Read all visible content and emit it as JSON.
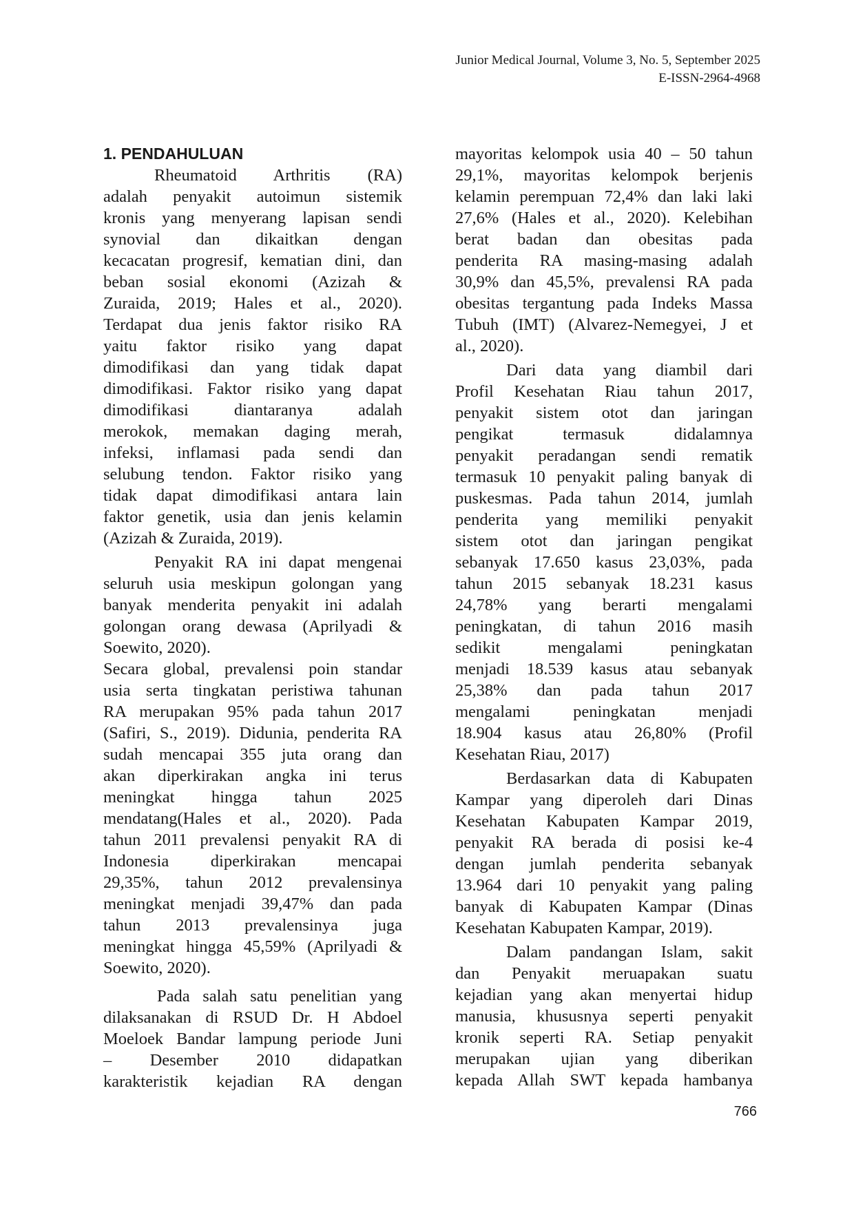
{
  "header": {
    "journal": "Junior Medical Journal, Volume 3, No. 5,  September  2025",
    "issn": "E-ISSN-2964-4968"
  },
  "section_heading": "1. PENDAHULUAN",
  "left_lines": [
    "Rheumatoid     Arthritis     (RA)",
    "adalah penyakit autoimun sistemik",
    "kronis yang menyerang lapisan sendi",
    "synovial      dan     dikaitkan     dengan",
    "kecacatan progresif, kematian dini, dan",
    "beban    sosial    ekonomi    (Azizah   &",
    "Zuraida,  2019;   Hales   et   al.,   2020).",
    "Terdapat  dua  jenis  faktor  risiko  RA",
    "yaitu    faktor    risiko    yang    dapat",
    "dimodifikasi  dan  yang  tidak  dapat",
    "dimodifikasi. Faktor risiko yang dapat",
    "dimodifikasi     diantaranya     adalah",
    "merokok,  memakan  daging  merah,",
    "infeksi,   inflamasi   pada   sendi   dan",
    "selubung  tendon.  Faktor  risiko  yang",
    "tidak  dapat  dimodifikasi  antara  lain",
    "faktor  genetik,  usia  dan  jenis  kelamin",
    "(Azizah & Zuraida, 2019).",
    "Penyakit RA ini dapat mengenai",
    "seluruh usia meskipun golongan yang",
    "banyak menderita penyakit ini adalah",
    "golongan  orang  dewasa  (Aprilyadi  &",
    "Soewito, 2020).",
    "Secara global, prevalensi poin standar",
    "usia serta tingkatan peristiwa tahunan",
    "RA  merupakan  95%  pada  tahun  2017",
    "(Safiri, S., 2019). Didunia, penderita RA",
    "sudah  mencapai  355  juta  orang  dan",
    "akan   diperkirakan   angka   ini   terus",
    "meningkat      hingga      tahun      2025",
    "mendatang(Hales  et  al.,  2020).  Pada",
    "tahun 2011 prevalensi penyakit RA di",
    "Indonesia      diperkirakan      mencapai",
    "29,35%,    tahun    2012    prevalensinya",
    "meningkat  menjadi  39,47%  dan  pada",
    "tahun      2013      prevalensinya      juga",
    "meningkat hingga 45,59% (Aprilyadi &",
    "Soewito, 2020).",
    "Pada salah satu penelitian yang",
    "dilaksanakan  di  RSUD  Dr.  H  Abdoel",
    "Moeloek Bandar lampung periode Juni",
    "–      Desember      2010      didapatkan",
    "karakteristik   kejadian   RA   dengan"
  ],
  "right_lines": [
    "mayoritas kelompok usia 40 – 50 tahun",
    "29,1%,  mayoritas  kelompok  berjenis",
    "kelamin perempuan 72,4% dan laki laki",
    "27,6%  (Hales  et  al.,  2020).  Kelebihan",
    "berat     badan     dan     obesitas     pada",
    "penderita  RA  masing-masing  adalah",
    "30,9%  dan  45,5%,  prevalensi  RA  pada",
    "obesitas tergantung pada Indeks Massa",
    "Tubuh  (IMT)  (Alvarez-Nemegyei,  J  et",
    "al., 2020).",
    "Dari  data  yang  diambil  dari",
    "Profil  Kesehatan  Riau  tahun  2017,",
    "penyakit    sistem    otot    dan    jaringan",
    "pengikat        termasuk        didalamnya",
    "penyakit  peradangan  sendi  rematik",
    "termasuk 10 penyakit paling banyak di",
    "puskesmas.  Pada  tahun  2014,  jumlah",
    "penderita    yang    memiliki    penyakit",
    "sistem   otot   dan   jaringan   pengikat",
    "sebanyak  17.650  kasus  23,03%,  pada",
    "tahun    2015    sebanyak    18.231    kasus",
    "24,78%        yang        berarti        mengalami",
    "peningkatan,  di  tahun  2016  masih",
    "sedikit        mengalami        peningkatan",
    "menjadi  18.539  kasus  atau  sebanyak",
    "25,38%        dan        pada        tahun        2017",
    "mengalami        peningkatan        menjadi",
    "18.904    kasus    atau    26,80%    (Profil",
    "Kesehatan Riau, 2017)",
    "Berdasarkan data di Kabupaten",
    "Kampar  yang  diperoleh  dari  Dinas",
    "Kesehatan  Kabupaten  Kampar  2019,",
    "penyakit  RA  berada  di  posisi  ke-4",
    "dengan  jumlah  penderita  sebanyak",
    "13.964  dari  10  penyakit  yang  paling",
    "banyak di Kabupaten Kampar (Dinas",
    "Kesehatan Kabupaten Kampar, 2019).",
    "Dalam  pandangan  Islam,  sakit",
    "dan     Penyakit     meruapakan     suatu",
    "kejadian yang akan  menyertai hidup",
    "manusia,  khususnya  seperti  penyakit",
    "kronik  seperti  RA.  Setiap  penyakit",
    "merupakan     ujian     yang     diberikan",
    "kepada  Allah  SWT  kepada  hambanya"
  ],
  "page_number": "766"
}
